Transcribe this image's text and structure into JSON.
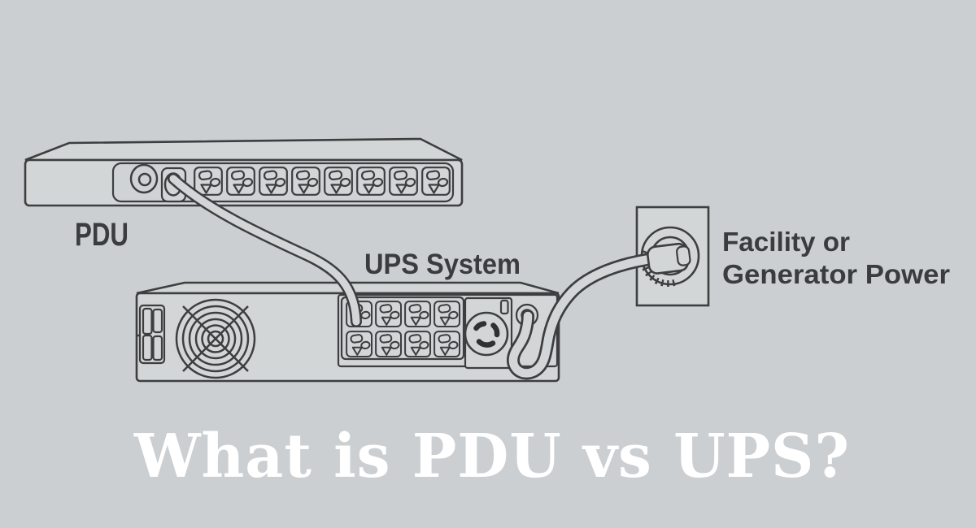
{
  "title": {
    "text": "What is PDU vs UPS?",
    "color": "#ffffff"
  },
  "labels": {
    "pdu": "PDU",
    "ups": "UPS System",
    "facility_line1": "Facility or",
    "facility_line2": "Generator Power"
  },
  "colors": {
    "background": "#cbcfd1",
    "line": "#3c3e40",
    "device_fill": "#d3d6d7",
    "label_text": "#3a3c3e",
    "title_text": "#ffffff"
  },
  "diagram": {
    "type": "infographic",
    "devices": [
      {
        "id": "pdu",
        "label": "PDU",
        "outlets_visible": 8,
        "features": [
          "meter-dial",
          "power-inlet",
          "outlet-strip"
        ]
      },
      {
        "id": "ups",
        "label": "UPS System",
        "outlets_visible": 8,
        "features": [
          "battery-connector-slots",
          "cooling-fan",
          "outlet-grid",
          "twist-lock-outlet",
          "output-cable-connector"
        ]
      },
      {
        "id": "wall",
        "label": "Facility or Generator Power",
        "features": [
          "wall-plate",
          "twist-lock-receptacle",
          "inserted-plug"
        ]
      }
    ],
    "connections": [
      {
        "from": "pdu",
        "to": "ups",
        "type": "power-cable"
      },
      {
        "from": "ups",
        "to": "wall",
        "type": "power-cable"
      }
    ]
  }
}
